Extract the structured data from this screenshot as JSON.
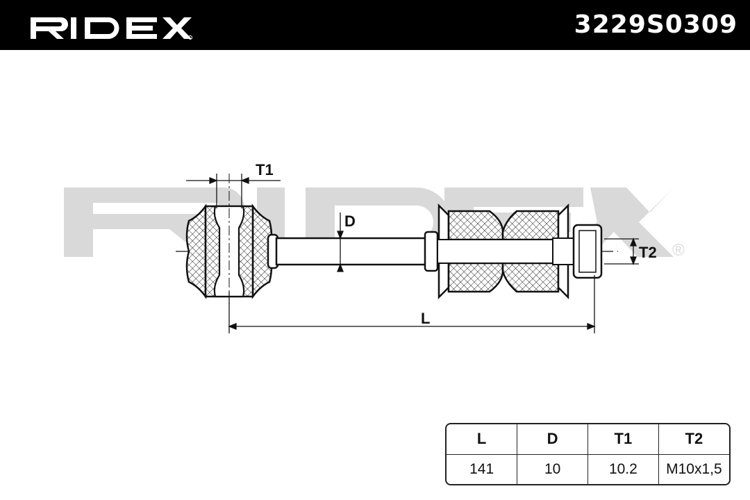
{
  "header": {
    "brand": "RIDEX",
    "part_number": "3229S0309"
  },
  "watermark": {
    "text": "RIDEX",
    "registered_mark": "®"
  },
  "dimensions": {
    "t1": "T1",
    "d": "D",
    "t2": "T2",
    "l": "L"
  },
  "spec_table": {
    "headers": [
      "L",
      "D",
      "T1",
      "T2"
    ],
    "values": [
      "141",
      "10",
      "10.2",
      "M10x1,5"
    ]
  },
  "colors": {
    "header_bg": "#000000",
    "watermark": "#d9d9d9",
    "line": "#111111"
  }
}
